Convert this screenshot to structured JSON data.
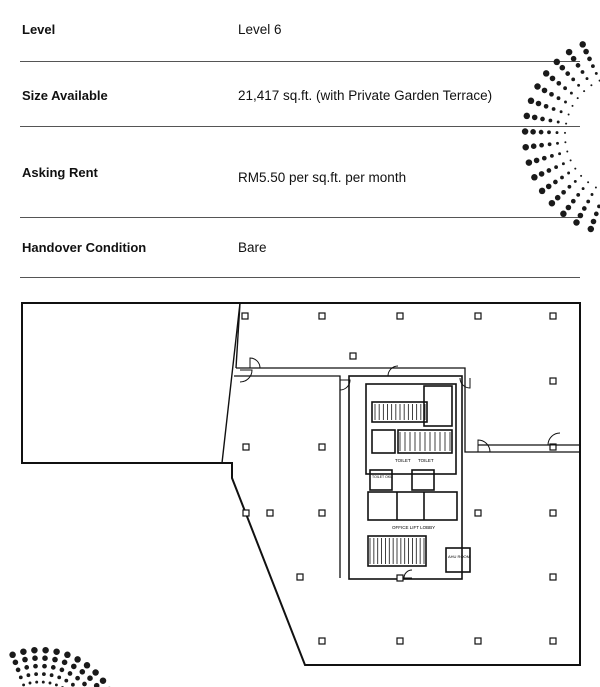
{
  "specs": [
    {
      "label": "Level",
      "value": "Level 6"
    },
    {
      "label": "Size Available",
      "value": "21,417 sq.ft. (with Private Garden Terrace)"
    },
    {
      "label": "Asking Rent",
      "value": "RM5.50 per sq.ft. per month"
    },
    {
      "label": "Handover Condition",
      "value": "Bare"
    }
  ],
  "floorplan": {
    "toilet_label": "TOILET",
    "toilet_label_2": "TOILET",
    "oku_label": "TOILET OKU",
    "lobby_label": "OFFICE LIFT LOBBY",
    "ahu_label": "AHU ROOM"
  },
  "colors": {
    "ink": "#111111",
    "rule": "#555555",
    "dots": "#1a1a1a"
  }
}
